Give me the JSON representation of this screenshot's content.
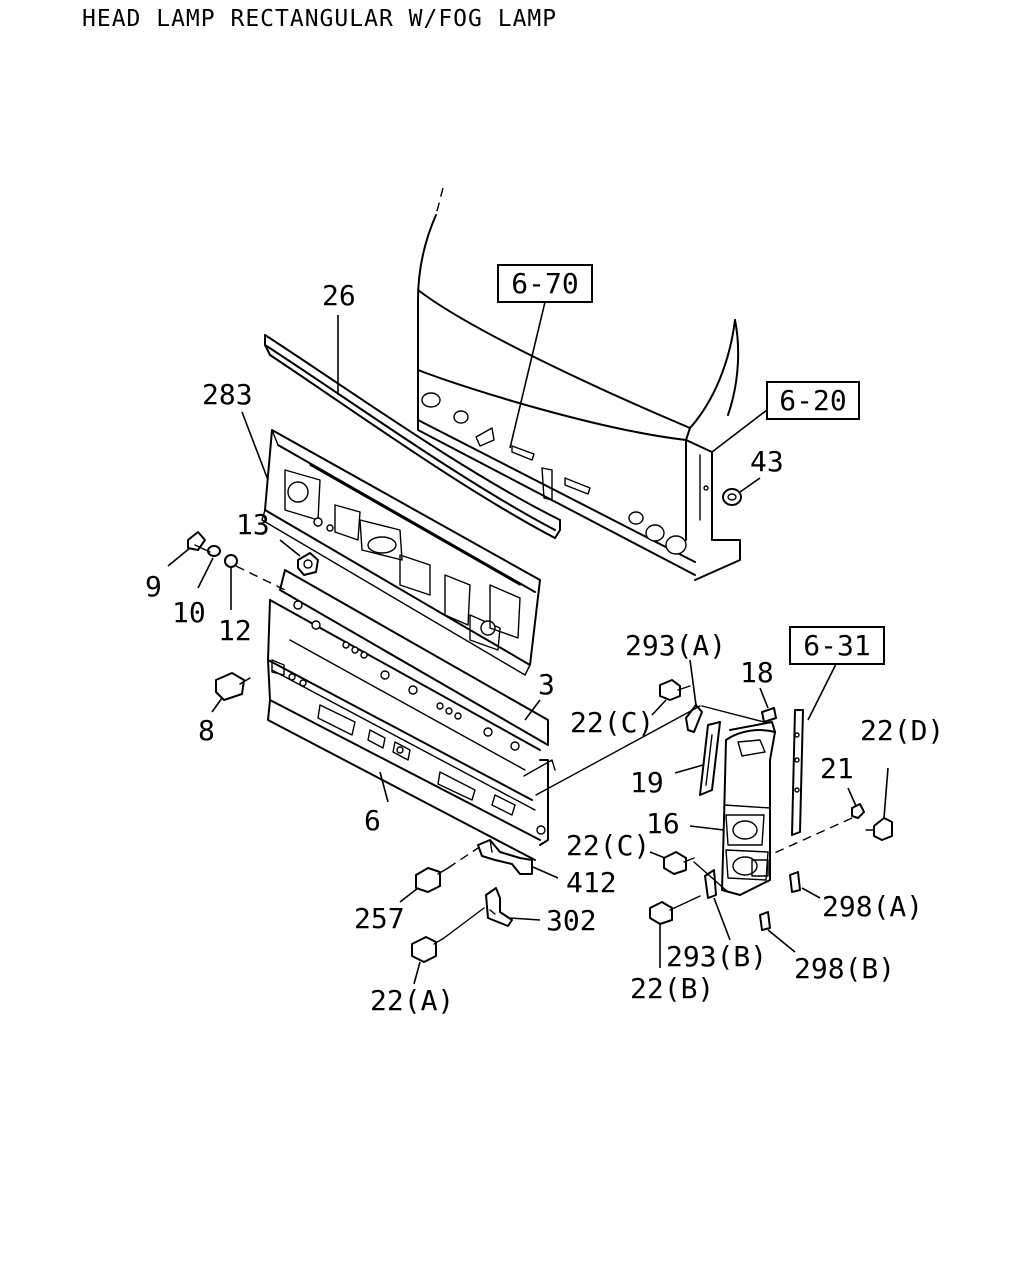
{
  "title": "HEAD LAMP RECTANGULAR W/FOG LAMP",
  "references": {
    "r670": "6-70",
    "r620": "6-20",
    "r631": "6-31"
  },
  "labels": {
    "l26": "26",
    "l283": "283",
    "l13": "13",
    "l43": "43",
    "l9": "9",
    "l10": "10",
    "l12": "12",
    "l8": "8",
    "l3": "3",
    "l6": "6",
    "l293a": "293(A)",
    "l18": "18",
    "l22c_top": "22(C)",
    "l22d": "22(D)",
    "l19": "19",
    "l21": "21",
    "l16": "16",
    "l22c_mid": "22(C)",
    "l412": "412",
    "l298a": "298(A)",
    "l257": "257",
    "l302": "302",
    "l293b": "293(B)",
    "l298b": "298(B)",
    "l22b": "22(B)",
    "l22a": "22(A)"
  }
}
